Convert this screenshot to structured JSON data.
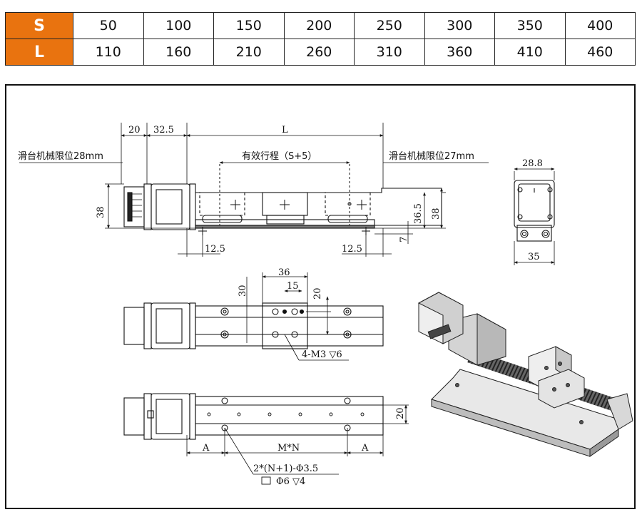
{
  "spec_table": {
    "rows": [
      {
        "key": "S",
        "values": [
          "50",
          "100",
          "150",
          "200",
          "250",
          "300",
          "350",
          "400"
        ]
      },
      {
        "key": "L",
        "values": [
          "110",
          "160",
          "210",
          "260",
          "310",
          "360",
          "410",
          "460"
        ]
      }
    ],
    "key_color": "#e9730f"
  },
  "drawing": {
    "top_view": {
      "dim_20": "20",
      "dim_32_5": "32.5",
      "dim_L": "L",
      "limit_left": "滑台机械限位28mm",
      "stroke": "有效行程（S+5）",
      "limit_right": "滑台机械限位27mm",
      "dim_38_left": "38",
      "dim_36_5": "36.5",
      "dim_38_right": "38",
      "dim_7": "7",
      "dim_12_5_left": "12.5",
      "dim_12_5_right": "12.5"
    },
    "end_view": {
      "dim_28_8": "28.8",
      "dim_35": "35"
    },
    "plan_view": {
      "dim_36": "36",
      "dim_30": "30",
      "dim_15": "15",
      "dim_20": "20",
      "hole_note": "4-M3 ▽6"
    },
    "bottom_view": {
      "dim_20": "20",
      "dim_A_left": "A",
      "dim_MN": "M*N",
      "dim_A_right": "A",
      "hole_note_1": "2*(N+1)-Φ3.5",
      "hole_note_2": "Φ6 ▽4"
    }
  }
}
